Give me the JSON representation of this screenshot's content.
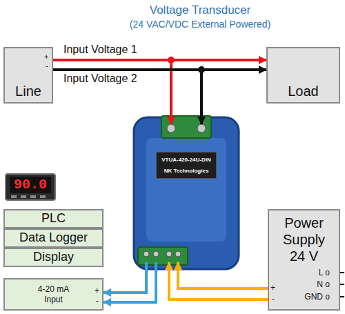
{
  "diagram": {
    "title": "Voltage Transducer",
    "nodes": [
      {
        "text": [
          "Line"
        ]
      },
      {
        "text": [
          "Load"
        ]
      },
      {
        "text": [
          "VTUA-420-24U-DIN",
          "NK Technologies"
        ]
      },
      {
        "text": [
          "PLC"
        ]
      },
      {
        "text": [
          "Data Logger"
        ]
      },
      {
        "text": [
          "Display"
        ]
      },
      {
        "text": [
          "4-20 mA Input"
        ]
      },
      {
        "text": [
          "Power Supply 24 V"
        ]
      }
    ],
    "edges": [
      {
        "from": 0,
        "to": 1,
        "arrow": "to",
        "label": "Input Voltage 1"
      },
      {
        "from": 0,
        "to": 1,
        "arrow": "to",
        "label": "Input Voltage 2"
      },
      {
        "from": 0,
        "to": 2,
        "arrow": "to"
      },
      {
        "from": 0,
        "to": 2,
        "arrow": "to"
      },
      {
        "from": 2,
        "to": 6,
        "arrow": "to"
      },
      {
        "from": 2,
        "to": 6,
        "arrow": "to"
      },
      {
        "from": 7,
        "to": 2,
        "arrow": "to"
      },
      {
        "from": 7,
        "to": 2,
        "arrow": "to"
      }
    ],
    "labels": [
      "(24 VAC/VDC External Powered)",
      "+",
      "-",
      "90.0",
      "+",
      "-",
      "+",
      "-",
      "L o",
      "N o",
      "GND o"
    ]
  }
}
